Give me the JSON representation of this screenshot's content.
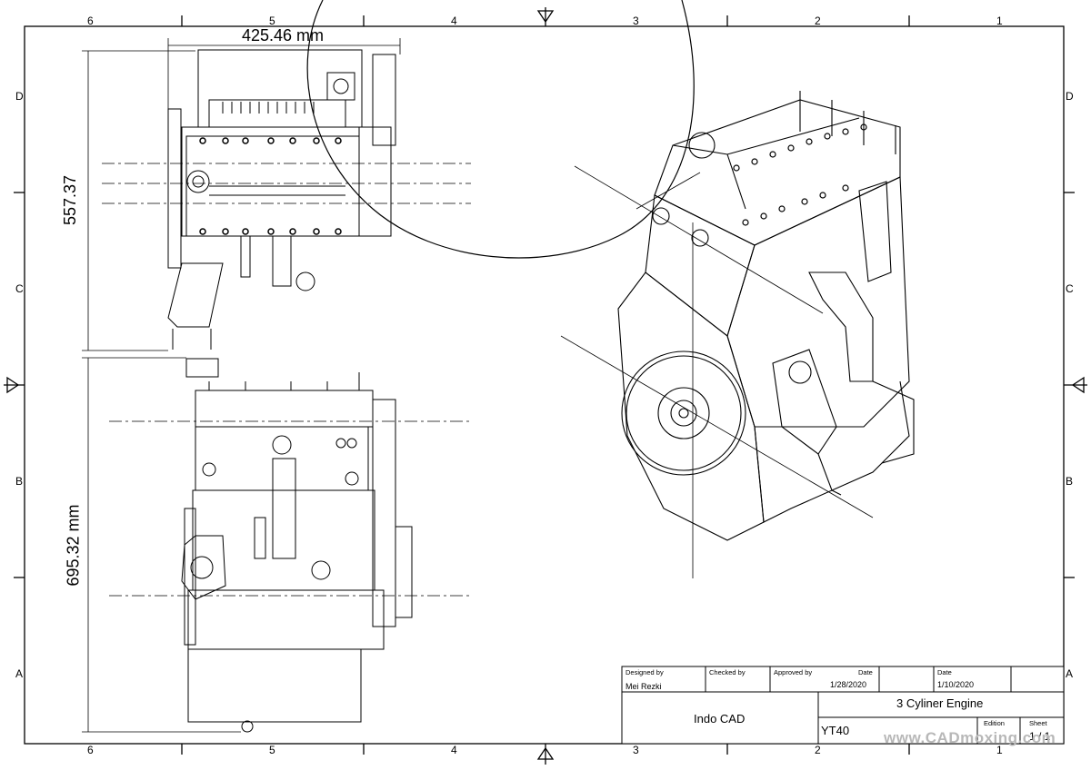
{
  "border": {
    "top_zones": [
      "6",
      "5",
      "4",
      "3",
      "2",
      "1"
    ],
    "bottom_zones": [
      "6",
      "5",
      "4",
      "3",
      "2",
      "1"
    ],
    "left_zones": [
      "D",
      "C",
      "B",
      "A"
    ],
    "right_zones": [
      "D",
      "C",
      "B",
      "A"
    ]
  },
  "dimensions": {
    "top_width": "425.46 mm",
    "top_height": "557.37",
    "front_height": "695.32 mm"
  },
  "title_block": {
    "designed_by_label": "Designed by",
    "designed_by": "Mei Rezki",
    "checked_by_label": "Checked by",
    "checked_by": "",
    "approved_by_label": "Approved by",
    "approved_date_label": "Date",
    "approved_date": "1/28/2020",
    "date_label": "Date",
    "date": "1/10/2020",
    "company": "Indo CAD",
    "title": "3 Cyliner Engine",
    "part_number": "YT40",
    "edition_label": "Edition",
    "edition": "",
    "sheet_label": "Sheet",
    "sheet": "1 / 1"
  },
  "watermark": "www.CADmoxing.com"
}
